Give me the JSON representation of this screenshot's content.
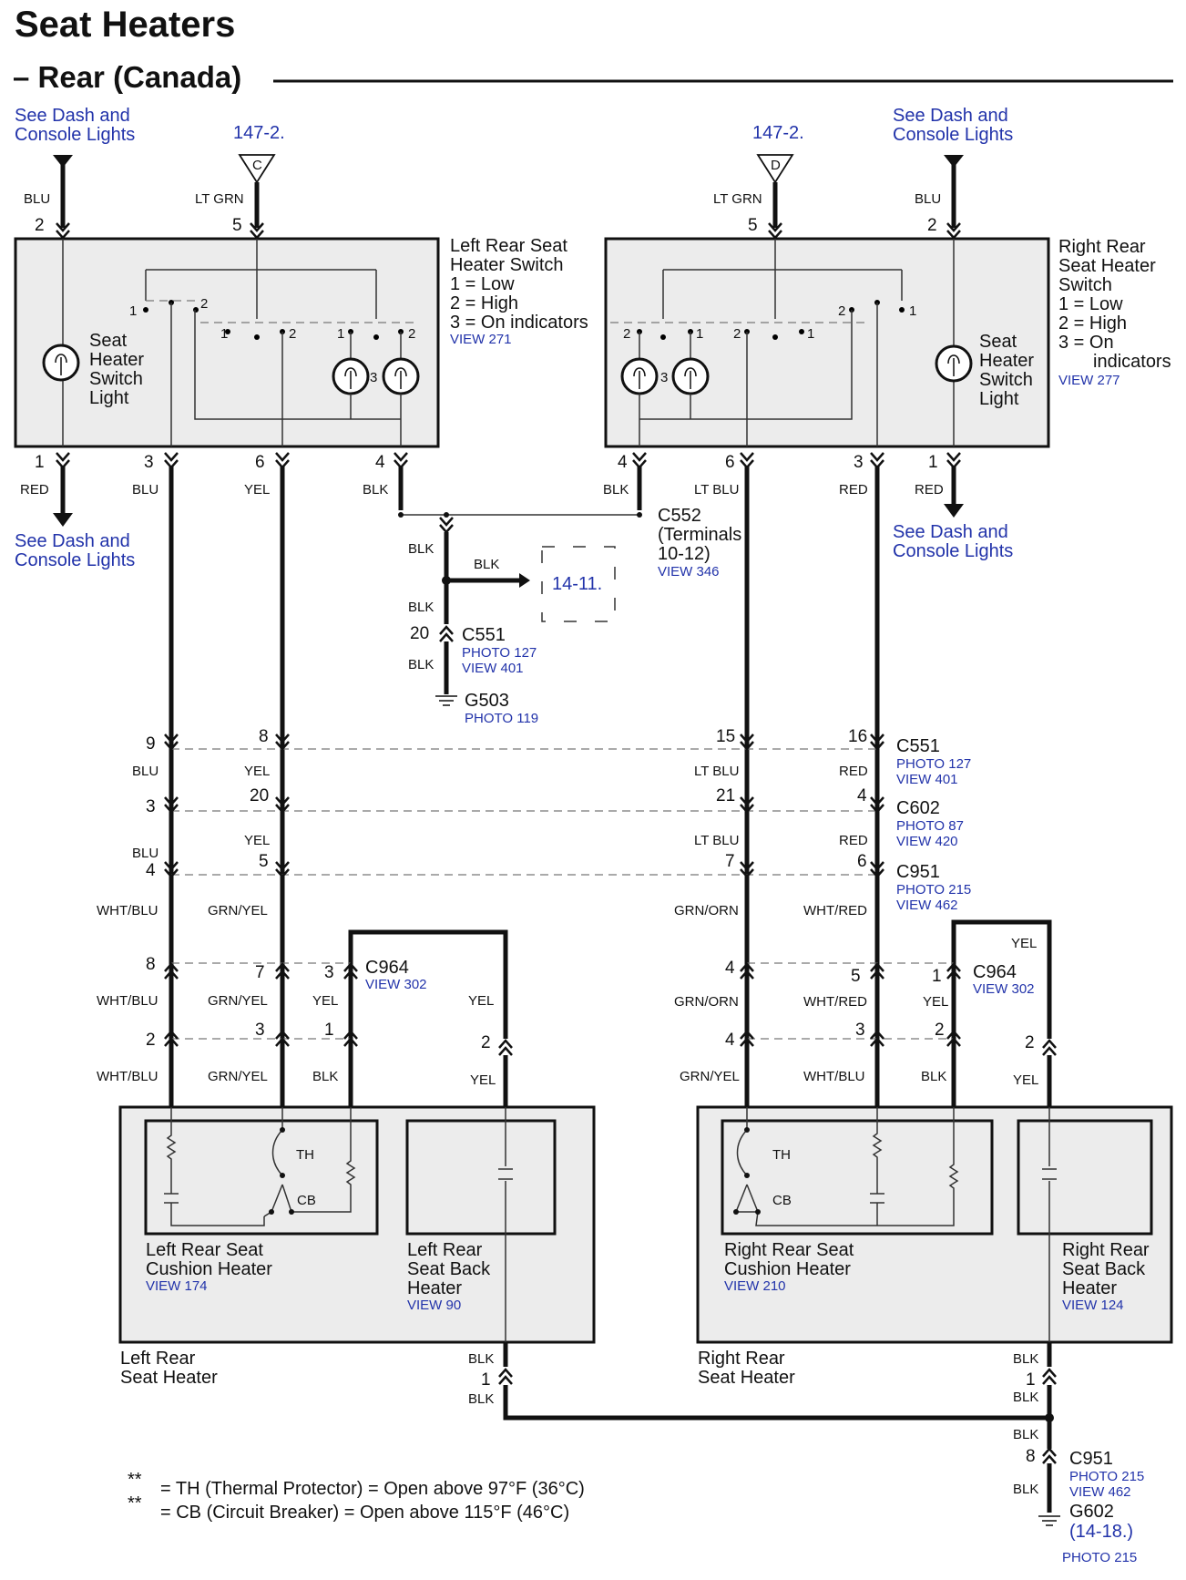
{
  "title": "Seat Heaters",
  "subtitle": "– Rear (Canada)",
  "links": {
    "dash_line1": "See Dash and",
    "dash_line2": "Console Lights",
    "ref_c": "147-2.",
    "ref_d": "147-2.",
    "ref_1411": "14-11.",
    "ref_1418": "(14-18.)"
  },
  "left_switch": {
    "name1": "Left Rear Seat",
    "name2": "Heater Switch",
    "leg1": "1 = Low",
    "leg2": "2 = High",
    "leg3": "3 = On indicators",
    "view": "VIEW 271",
    "light1": "Seat",
    "light2": "Heater",
    "light3": "Switch",
    "light4": "Light"
  },
  "right_switch": {
    "name1": "Right Rear",
    "name2": "Seat Heater",
    "name3": "Switch",
    "leg1": "1 = Low",
    "leg2": "2 = High",
    "leg3a": "3 = On",
    "leg3b": "indicators",
    "view": "VIEW 277",
    "light1": "Seat",
    "light2": "Heater",
    "light3": "Switch",
    "light4": "Light"
  },
  "connectors": {
    "c552_name": "C552",
    "c552_t1": "(Terminals",
    "c552_t2": "10-12)",
    "c552_view": "VIEW 346",
    "c551_name": "C551",
    "c551_photo": "PHOTO 127",
    "c551_view": "VIEW 401",
    "g503_name": "G503",
    "g503_photo": "PHOTO 119",
    "c602_name": "C602",
    "c602_photo": "PHOTO 87",
    "c602_view": "VIEW 420",
    "c951_name": "C951",
    "c951_photo": "PHOTO 215",
    "c951_view": "VIEW 462",
    "c964_name": "C964",
    "c964_view": "VIEW 302",
    "g602_name": "G602",
    "g602_photo": "PHOTO 215"
  },
  "heaters": {
    "l_cushion1": "Left Rear Seat",
    "l_cushion2": "Cushion Heater",
    "l_cushion_view": "VIEW 174",
    "l_back1": "Left Rear",
    "l_back2": "Seat Back",
    "l_back3": "Heater",
    "l_back_view": "VIEW 90",
    "l_name1": "Left Rear",
    "l_name2": "Seat Heater",
    "r_cushion1": "Right Rear Seat",
    "r_cushion2": "Cushion Heater",
    "r_cushion_view": "VIEW 210",
    "r_back1": "Right Rear",
    "r_back2": "Seat Back",
    "r_back3": "Heater",
    "r_back_view": "VIEW 124",
    "r_name1": "Right Rear",
    "r_name2": "Seat Heater",
    "th": "TH",
    "cb": "CB"
  },
  "wire_colors": {
    "blu": "BLU",
    "ltgrn": "LT GRN",
    "red": "RED",
    "yel": "YEL",
    "blk": "BLK",
    "ltblu": "LT BLU",
    "whtblu": "WHT/BLU",
    "grnyel": "GRN/YEL",
    "grnorn": "GRN/ORN",
    "whtred": "WHT/RED"
  },
  "notes": {
    "mark": "**",
    "th_note": "= TH (Thermal Protector) = Open above 97°F (36°C)",
    "cb_note": "= CB (Circuit Breaker) = Open above 115°F (46°C)"
  },
  "colors": {
    "reference_text": "#2233aa",
    "box_fill": "#ececec"
  }
}
